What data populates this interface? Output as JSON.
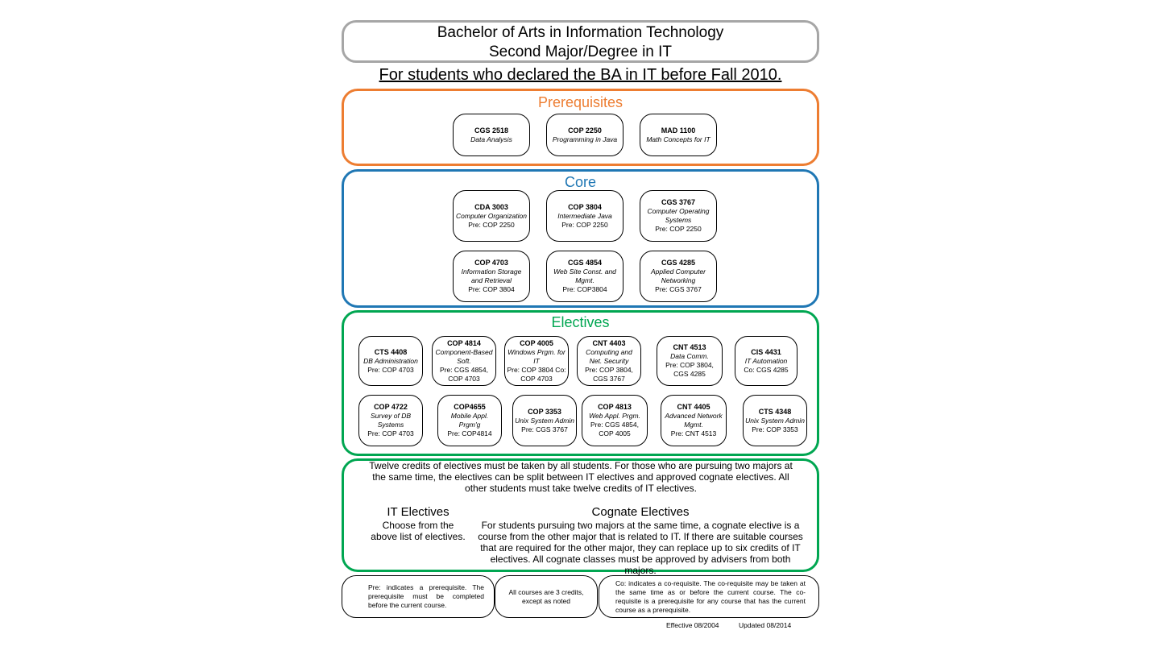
{
  "header": {
    "title_line1": "Bachelor of Arts in Information Technology",
    "title_line2": "Second Major/Degree in IT",
    "subtitle": "For students who declared the BA in IT before Fall 2010."
  },
  "colors": {
    "title_border": "#a6a6a6",
    "prerequisites": "#ED7D31",
    "core": "#1F77B4",
    "electives": "#00A651"
  },
  "prerequisites": {
    "heading": "Prerequisites",
    "courses": [
      {
        "code": "CGS 2518",
        "name": "Data Analysis",
        "req": ""
      },
      {
        "code": "COP 2250",
        "name": "Programming in Java",
        "req": ""
      },
      {
        "code": "MAD 1100",
        "name": "Math Concepts for IT",
        "req": ""
      }
    ]
  },
  "core": {
    "heading": "Core",
    "courses": [
      {
        "code": "CDA 3003",
        "name": "Computer Organization",
        "req": "Pre: COP 2250"
      },
      {
        "code": "COP 3804",
        "name": "Intermediate Java",
        "req": "Pre: COP 2250"
      },
      {
        "code": "CGS 3767",
        "name": "Computer Operating Systems",
        "req": "Pre: COP 2250"
      },
      {
        "code": "COP 4703",
        "name": "Information Storage and Retrieval",
        "req": "Pre: COP 3804"
      },
      {
        "code": "CGS 4854",
        "name": "Web Site Const. and Mgmt.",
        "req": "Pre: COP3804"
      },
      {
        "code": "CGS 4285",
        "name": "Applied Computer Networking",
        "req": "Pre: CGS 3767"
      }
    ]
  },
  "electives": {
    "heading": "Electives",
    "courses": [
      {
        "code": "CTS 4408",
        "name": "DB Administration",
        "req": "Pre: COP 4703"
      },
      {
        "code": "COP 4814",
        "name": "Component-Based Soft.",
        "req": "Pre: CGS 4854, COP 4703"
      },
      {
        "code": "COP 4005",
        "name": "Windows Prgm. for IT",
        "req": "Pre: COP 3804 Co: COP 4703"
      },
      {
        "code": "CNT 4403",
        "name": "Computing and Net. Security",
        "req": "Pre: COP 3804, CGS 3767"
      },
      {
        "code": "CNT 4513",
        "name": "Data Comm.",
        "req": "Pre: COP 3804, CGS 4285"
      },
      {
        "code": "CIS 4431",
        "name": "IT Automation",
        "req": "Co: CGS 4285"
      },
      {
        "code": "COP 4722",
        "name": "Survey of DB Systems",
        "req": "Pre: COP 4703"
      },
      {
        "code": "COP4655",
        "name": "Mobile Appl. Prgm'g",
        "req": "Pre: COP4814"
      },
      {
        "code": "COP 3353",
        "name": "Unix System Admin",
        "req": "Pre: CGS 3767"
      },
      {
        "code": "COP 4813",
        "name": "Web Appl. Prgm.",
        "req": "Pre: CGS 4854, COP 4005"
      },
      {
        "code": "CNT 4405",
        "name": "Advanced Network Mgmt.",
        "req": "Pre: CNT 4513"
      },
      {
        "code": "CTS 4348",
        "name": "Unix System Admin",
        "req": "Pre: COP 3353"
      }
    ]
  },
  "elective_notes": {
    "intro": "Twelve credits of electives must be taken by all students. For those who are pursuing two majors at the same time, the electives can be split between IT electives and approved cognate electives. All other students must take twelve credits of IT electives.",
    "it_heading": "IT Electives",
    "it_text": "Choose from the above list of electives.",
    "cognate_heading": "Cognate Electives",
    "cognate_text": "For students pursuing two majors at the same time, a cognate elective is a course from the other major that is related to IT. If there are suitable courses that are required for the other major, they can replace up to six credits of IT electives. All cognate classes must be approved by advisers from both majors."
  },
  "footer": {
    "pre_note": "Pre: indicates a prerequisite. The prerequisite must be completed before the current course.",
    "credits_note": "All courses are 3 credits, except as noted",
    "co_note": "Co: indicates a co-requisite. The co-requisite may be taken at the same time as or before the current course. The co-requisite is a prerequisite for any course that has the current course as a prerequisite.",
    "effective": "Effective 08/2004",
    "updated": "Updated 08/2014"
  }
}
